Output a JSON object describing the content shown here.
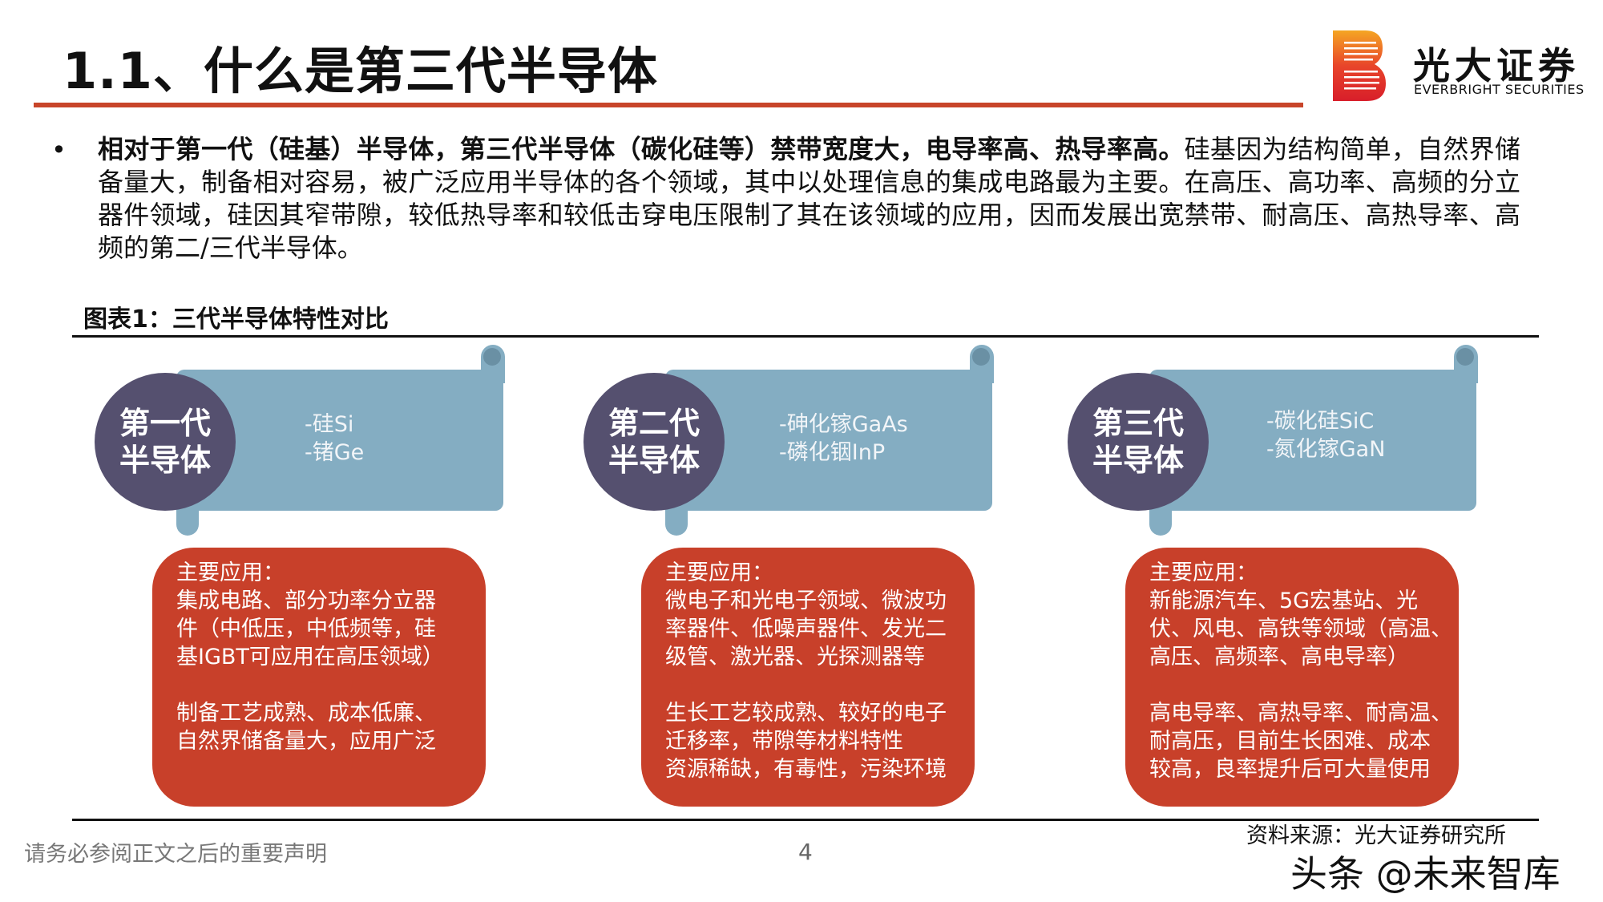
{
  "header": {
    "title": "1.1、什么是第三代半导体",
    "logo_cn": "光大证券",
    "logo_en": "EVERBRIGHT SECURITIES"
  },
  "intro": {
    "bold": "相对于第一代（硅基）半导体，第三代半导体（碳化硅等）禁带宽度大，电导率高、热导率高。",
    "text": "硅基因为结构简单，自然界储备量大，制备相对容易，被广泛应用半导体的各个领域，其中以处理信息的集成电路最为主要。在高压、高功率、高频的分立器件领域，硅因其窄带隙，较低热导率和较低击穿电压限制了其在该领域的应用，因而发展出宽禁带、耐高压、高热导率、高频的第二/三代半导体。"
  },
  "figure": {
    "caption": "图表1：三代半导体特性对比",
    "generations": [
      {
        "name_line1": "第一代",
        "name_line2": "半导体",
        "materials": [
          "-硅Si",
          "-锗Ge"
        ],
        "app_title": "主要应用：",
        "app_lines": [
          "集成电路、部分功率分立器",
          "件（中低压，中低频等，硅",
          "基IGBT可应用在高压领域）"
        ],
        "feature_lines": [
          "制备工艺成熟、成本低廉、",
          "自然界储备量大，应用广泛"
        ]
      },
      {
        "name_line1": "第二代",
        "name_line2": "半导体",
        "materials": [
          "-砷化镓GaAs",
          "-磷化铟InP"
        ],
        "app_title": "主要应用：",
        "app_lines": [
          "微电子和光电子领域、微波功",
          "率器件、低噪声器件、发光二",
          "级管、激光器、光探测器等"
        ],
        "feature_lines": [
          "生长工艺较成熟、较好的电子",
          "迁移率，带隙等材料特性",
          "资源稀缺，有毒性，污染环境"
        ]
      },
      {
        "name_line1": "第三代",
        "name_line2": "半导体",
        "materials": [
          "-碳化硅SiC",
          "-氮化镓GaN"
        ],
        "app_title": "主要应用：",
        "app_lines": [
          "新能源汽车、5G宏基站、光",
          "伏、风电、高铁等领域（高温、",
          "高压、高频率、高电导率）"
        ],
        "feature_lines": [
          "高电导率、高热导率、耐高温、",
          "耐高压，目前生长困难、成本",
          "较高，良率提升后可大量使用"
        ]
      }
    ],
    "source": "资料来源：光大证券研究所"
  },
  "footer": {
    "disclaimer": "请务必参阅正文之后的重要声明",
    "page": "4",
    "watermark": "头条 @未来智库"
  },
  "colors": {
    "accent": "#c8452a",
    "circle": "#55506f",
    "scroll": "#84adc2",
    "box": "#c8402a"
  }
}
